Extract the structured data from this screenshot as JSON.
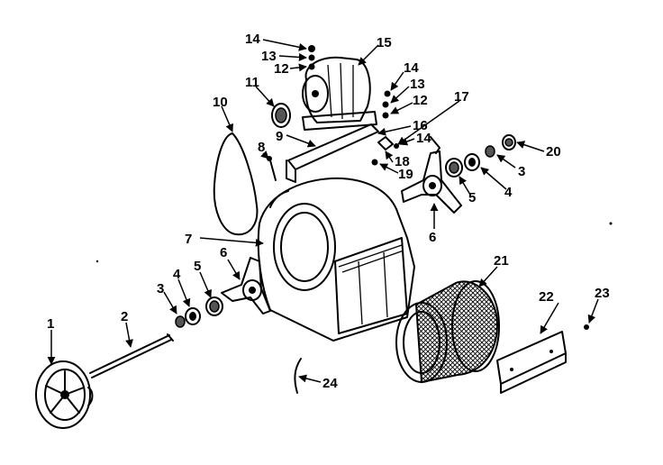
{
  "callouts": {
    "c1": "1",
    "c2": "2",
    "c3a": "3",
    "c3b": "3",
    "c4a": "4",
    "c4b": "4",
    "c5a": "5",
    "c5b": "5",
    "c6a": "6",
    "c6b": "6",
    "c7": "7",
    "c8": "8",
    "c9": "9",
    "c10": "10",
    "c11": "11",
    "c12a": "12",
    "c12b": "12",
    "c13a": "13",
    "c13b": "13",
    "c14a": "14",
    "c14b": "14",
    "c14c": "14",
    "c15": "15",
    "c16": "16",
    "c17": "17",
    "c18": "18",
    "c19": "19",
    "c20": "20",
    "c21": "21",
    "c22": "22",
    "c23": "23",
    "c24": "24"
  }
}
